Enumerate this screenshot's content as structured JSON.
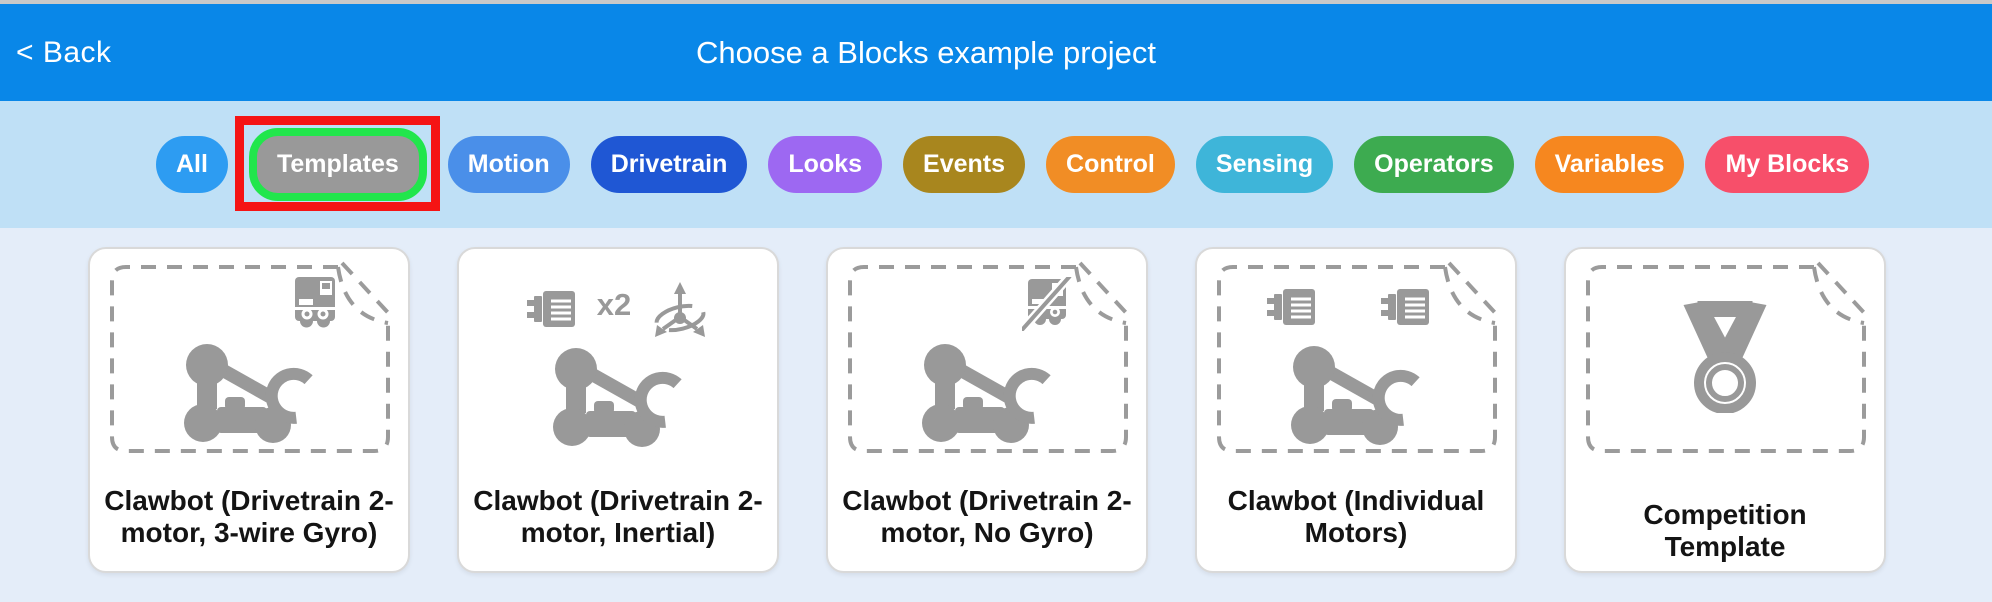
{
  "header": {
    "back_label": "< Back",
    "title": "Choose a Blocks example project",
    "bg_color": "#0987e8"
  },
  "filters": {
    "bg_color": "#bfe0f6",
    "selected_label": "Templates",
    "selection_ring_color": "#21e64c",
    "annotation_box_color": "#f51414",
    "pills": [
      {
        "label": "All",
        "color": "#2d9cf2",
        "selected": false
      },
      {
        "label": "Templates",
        "color": "#999999",
        "selected": true
      },
      {
        "label": "Motion",
        "color": "#4a8fe9",
        "selected": false
      },
      {
        "label": "Drivetrain",
        "color": "#1f57d4",
        "selected": false
      },
      {
        "label": "Looks",
        "color": "#9d68f2",
        "selected": false
      },
      {
        "label": "Events",
        "color": "#a8861e",
        "selected": false
      },
      {
        "label": "Control",
        "color": "#f18d25",
        "selected": false
      },
      {
        "label": "Sensing",
        "color": "#3eb5d9",
        "selected": false
      },
      {
        "label": "Operators",
        "color": "#3dab50",
        "selected": false
      },
      {
        "label": "Variables",
        "color": "#f6871f",
        "selected": false
      },
      {
        "label": "My Blocks",
        "color": "#f74f6a",
        "selected": false
      }
    ]
  },
  "cards": [
    {
      "title": "Clawbot (Drivetrain 2-motor, 3-wire Gyro)",
      "template_frame": true,
      "icons": [
        "gyro-3wire-icon",
        "clawbot-icon"
      ]
    },
    {
      "title": "Clawbot (Drivetrain 2-motor, Inertial)",
      "template_frame": false,
      "motor_count_label": "x2",
      "icons": [
        "motor-icon",
        "inertial-sensor-icon",
        "clawbot-icon"
      ]
    },
    {
      "title": "Clawbot (Drivetrain 2-motor, No Gyro)",
      "template_frame": true,
      "icons": [
        "no-gyro-icon",
        "clawbot-icon"
      ]
    },
    {
      "title": "Clawbot (Individual Motors)",
      "template_frame": true,
      "icons": [
        "motor-icon",
        "motor-icon",
        "clawbot-icon"
      ]
    },
    {
      "title": "Competition Template",
      "template_frame": true,
      "icons": [
        "medal-icon"
      ]
    }
  ],
  "icon_color": "#999999"
}
